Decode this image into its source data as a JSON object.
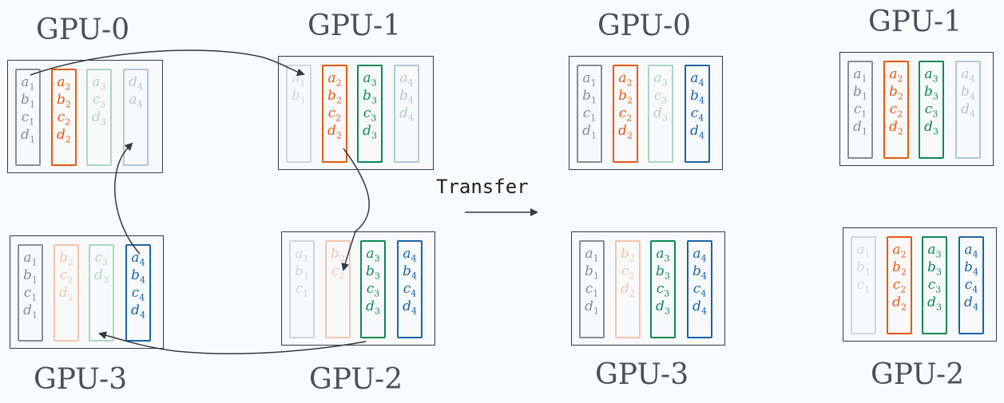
{
  "colors": {
    "gray": "#868e96",
    "orange": "#e8590c",
    "green": "#0c8a55",
    "blue": "#1864ab",
    "arrow": "#343a40"
  },
  "transfer_label": "Transfer",
  "panels": [
    {
      "label": "GPU-0",
      "columns": [
        {
          "cells": [
            "a1",
            "b1",
            "c1",
            "d1"
          ],
          "color": "gray",
          "faint": false
        },
        {
          "cells": [
            "a2",
            "b2",
            "c2",
            "d2"
          ],
          "color": "orange",
          "faint": false
        },
        {
          "cells": [
            "a3",
            "c3",
            "d3"
          ],
          "color": "green",
          "faint": true
        },
        {
          "cells": [
            "d4",
            "a4"
          ],
          "color": "blue",
          "faint": true
        }
      ]
    },
    {
      "label": "GPU-1",
      "columns": [
        {
          "cells": [
            "a1",
            "b1"
          ],
          "color": "gray",
          "faint": true
        },
        {
          "cells": [
            "a2",
            "b2",
            "c2",
            "d2"
          ],
          "color": "orange",
          "faint": false
        },
        {
          "cells": [
            "a3",
            "b3",
            "c3",
            "d3"
          ],
          "color": "green",
          "faint": false
        },
        {
          "cells": [
            "a4",
            "b4",
            "d4"
          ],
          "color": "blue",
          "faint": true
        }
      ]
    },
    {
      "label": "GPU-3",
      "columns": [
        {
          "cells": [
            "a1",
            "b1",
            "c1",
            "d1"
          ],
          "color": "gray",
          "faint": false
        },
        {
          "cells": [
            "b2",
            "c2",
            "d2"
          ],
          "color": "orange",
          "faint": true
        },
        {
          "cells": [
            "c3",
            "d3"
          ],
          "color": "green",
          "faint": true
        },
        {
          "cells": [
            "a4",
            "b4",
            "c4",
            "d4"
          ],
          "color": "blue",
          "faint": false
        }
      ]
    },
    {
      "label": "GPU-2",
      "columns": [
        {
          "cells": [
            "a1",
            "b1",
            "c1"
          ],
          "color": "gray",
          "faint": true
        },
        {
          "cells": [
            "b2",
            "c2"
          ],
          "color": "orange",
          "faint": true
        },
        {
          "cells": [
            "a3",
            "b3",
            "c3",
            "d3"
          ],
          "color": "green",
          "faint": false
        },
        {
          "cells": [
            "a4",
            "b4",
            "c4",
            "d4"
          ],
          "color": "blue",
          "faint": false
        }
      ]
    },
    {
      "label": "GPU-0",
      "columns": [
        {
          "cells": [
            "a1",
            "b1",
            "c1",
            "d1"
          ],
          "color": "gray",
          "faint": false
        },
        {
          "cells": [
            "a2",
            "b2",
            "c2",
            "d2"
          ],
          "color": "orange",
          "faint": false
        },
        {
          "cells": [
            "a3",
            "c3",
            "d3"
          ],
          "color": "green",
          "faint": true
        },
        {
          "cells": [
            "a4",
            "b4",
            "c4",
            "d4"
          ],
          "color": "blue",
          "faint": false
        }
      ]
    },
    {
      "label": "GPU-1",
      "columns": [
        {
          "cells": [
            "a1",
            "b1",
            "c1",
            "d1"
          ],
          "color": "gray",
          "faint": false
        },
        {
          "cells": [
            "a2",
            "b2",
            "c2",
            "d2"
          ],
          "color": "orange",
          "faint": false
        },
        {
          "cells": [
            "a3",
            "b3",
            "c3",
            "d3"
          ],
          "color": "green",
          "faint": false
        },
        {
          "cells": [
            "a4",
            "b4",
            "d4"
          ],
          "color": "blue",
          "faint": true
        }
      ]
    },
    {
      "label": "GPU-3",
      "columns": [
        {
          "cells": [
            "a1",
            "b1",
            "c1",
            "d1"
          ],
          "color": "gray",
          "faint": false
        },
        {
          "cells": [
            "b2",
            "c2",
            "d2"
          ],
          "color": "orange",
          "faint": true
        },
        {
          "cells": [
            "a3",
            "b3",
            "c3",
            "d3"
          ],
          "color": "green",
          "faint": false
        },
        {
          "cells": [
            "a4",
            "b4",
            "c4",
            "d4"
          ],
          "color": "blue",
          "faint": false
        }
      ]
    },
    {
      "label": "GPU-2",
      "columns": [
        {
          "cells": [
            "a1",
            "b1",
            "c1"
          ],
          "color": "gray",
          "faint": true
        },
        {
          "cells": [
            "a2",
            "b2",
            "c2",
            "d2"
          ],
          "color": "orange",
          "faint": false
        },
        {
          "cells": [
            "a3",
            "b3",
            "c3",
            "d3"
          ],
          "color": "green",
          "faint": false
        },
        {
          "cells": [
            "a4",
            "b4",
            "c4",
            "d4"
          ],
          "color": "blue",
          "faint": false
        }
      ]
    }
  ]
}
